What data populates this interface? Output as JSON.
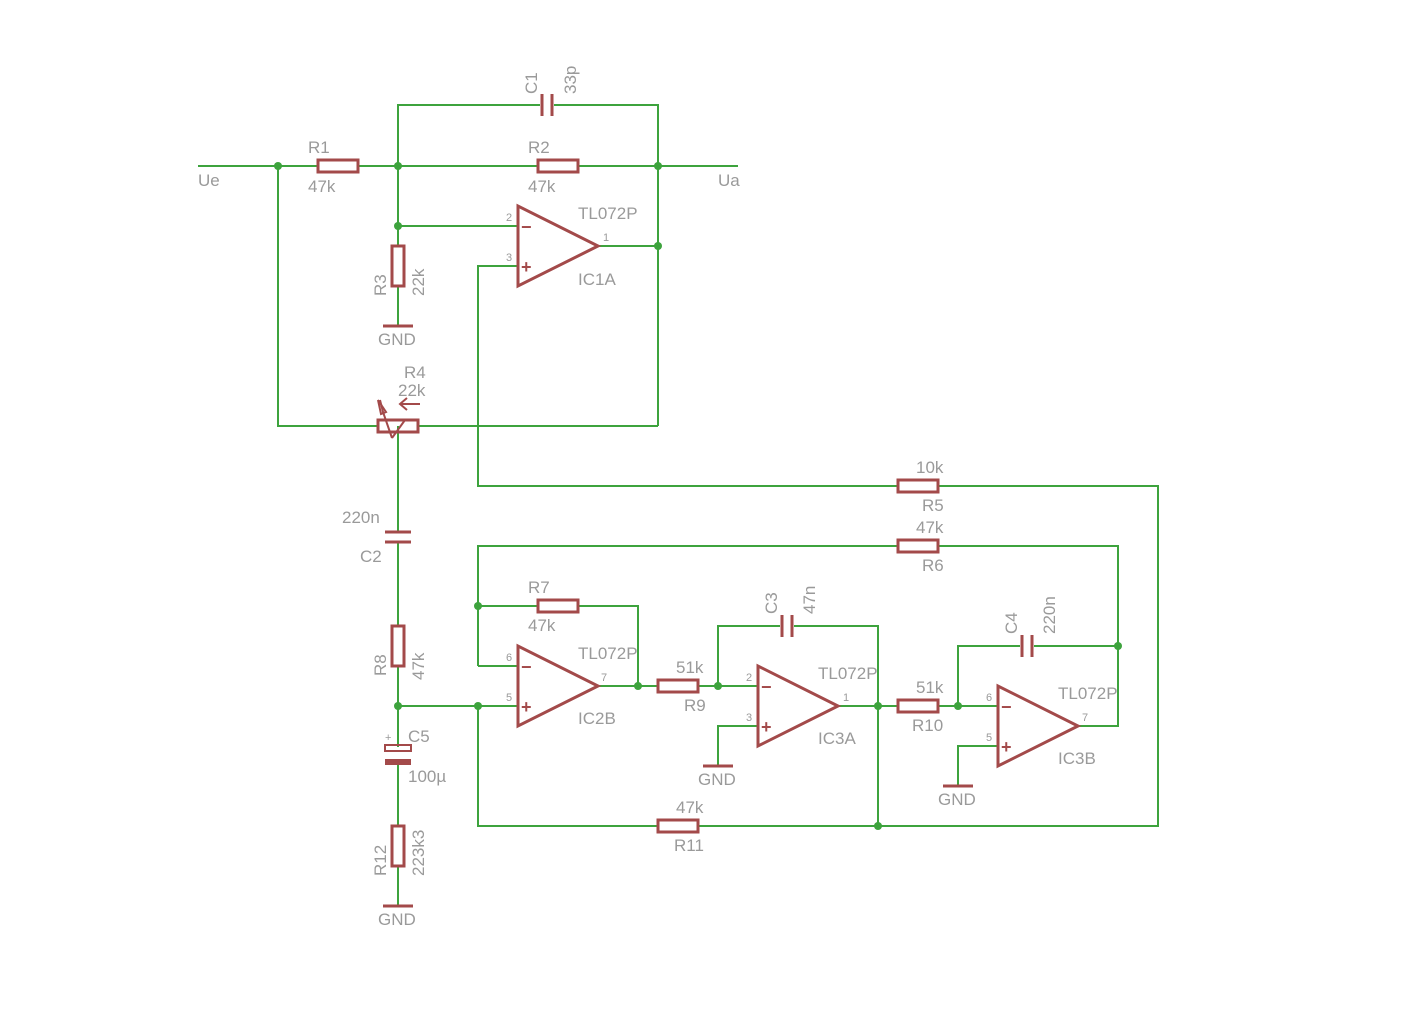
{
  "signals": {
    "input": "Ue",
    "output": "Ua"
  },
  "components": {
    "R1": {
      "name": "R1",
      "value": "47k"
    },
    "R2": {
      "name": "R2",
      "value": "47k"
    },
    "R3": {
      "name": "R3",
      "value": "22k"
    },
    "R4": {
      "name": "R4",
      "value": "22k"
    },
    "R5": {
      "name": "R5",
      "value": "10k"
    },
    "R6": {
      "name": "R6",
      "value": "47k"
    },
    "R7": {
      "name": "R7",
      "value": "47k"
    },
    "R8": {
      "name": "R8",
      "value": "47k"
    },
    "R9": {
      "name": "R9",
      "value": "51k"
    },
    "R10": {
      "name": "R10",
      "value": "51k"
    },
    "R11": {
      "name": "R11",
      "value": "47k"
    },
    "R12": {
      "name": "R12",
      "value": "223k3"
    },
    "C1": {
      "name": "C1",
      "value": "33p"
    },
    "C2": {
      "name": "C2",
      "value": "220n"
    },
    "C3": {
      "name": "C3",
      "value": "47n"
    },
    "C4": {
      "name": "C4",
      "value": "220n"
    },
    "C5": {
      "name": "C5",
      "value": "100µ"
    }
  },
  "opamps": {
    "IC1A": {
      "name": "IC1A",
      "type": "TL072P",
      "pin_minus": "2",
      "pin_plus": "3",
      "pin_out": "1"
    },
    "IC2B": {
      "name": "IC2B",
      "type": "TL072P",
      "pin_minus": "6",
      "pin_plus": "5",
      "pin_out": "7"
    },
    "IC3A": {
      "name": "IC3A",
      "type": "TL072P",
      "pin_minus": "2",
      "pin_plus": "3",
      "pin_out": "1"
    },
    "IC3B": {
      "name": "IC3B",
      "type": "TL072P",
      "pin_minus": "6",
      "pin_plus": "5",
      "pin_out": "7"
    }
  },
  "symbols": {
    "minus": "−",
    "plus": "+",
    "polarity": "+"
  },
  "ground": {
    "label": "GND"
  },
  "colors": {
    "wire": "#3da33d",
    "component": "#a34a4a",
    "text": "#9a9a9a"
  }
}
